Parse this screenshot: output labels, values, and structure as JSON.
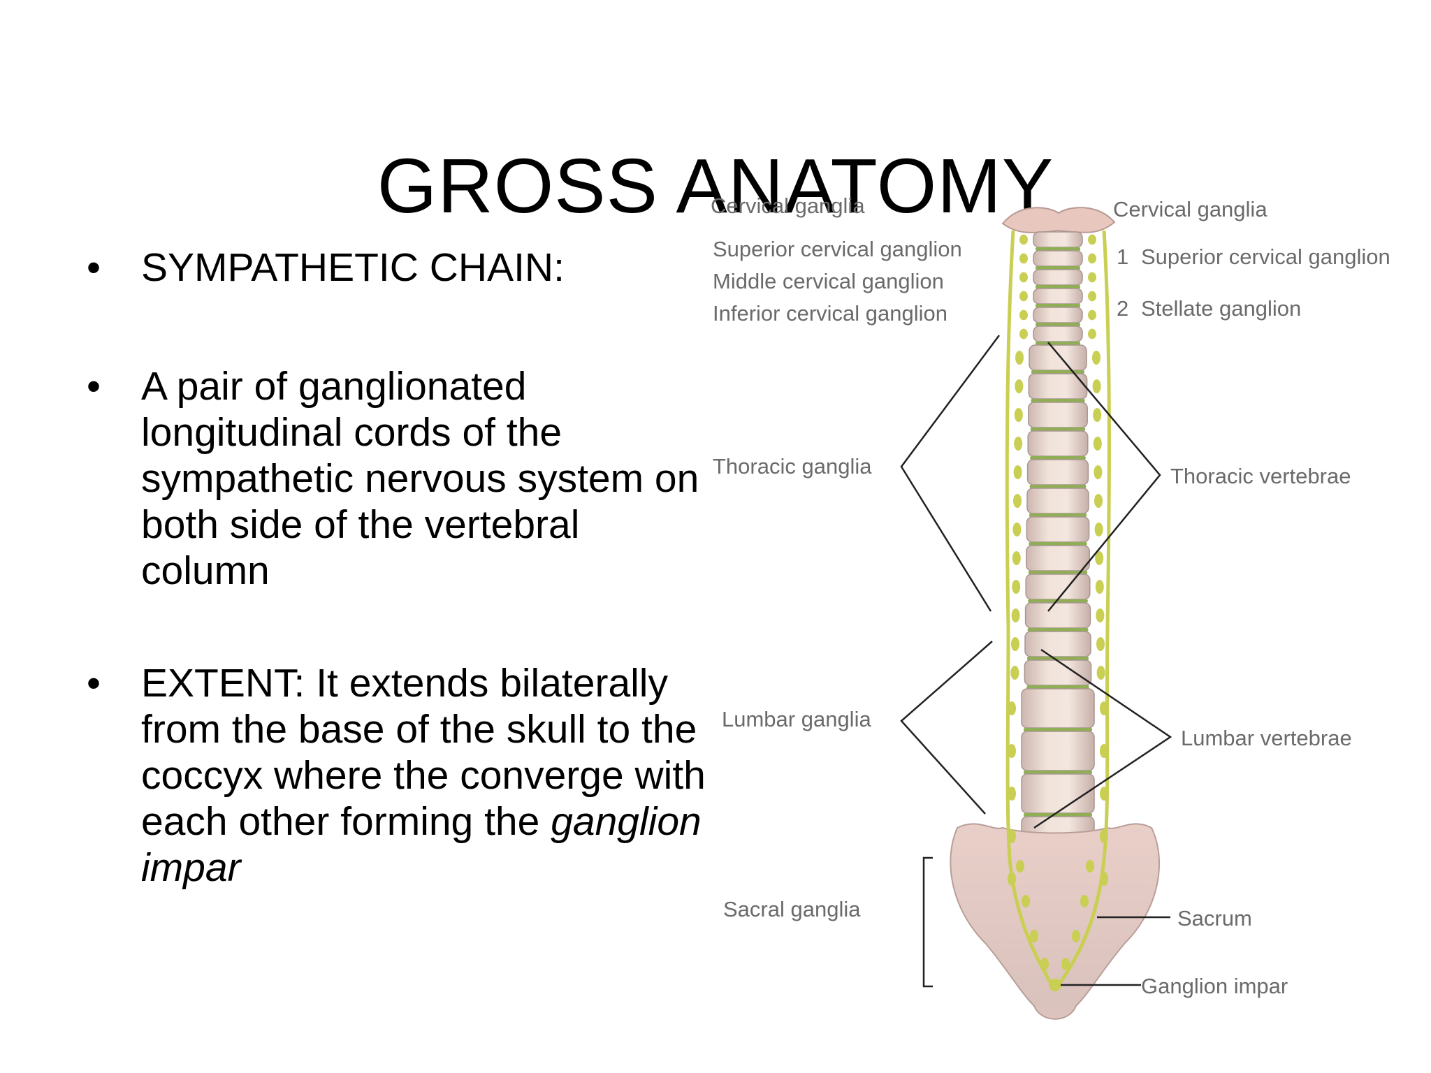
{
  "title": "GROSS ANATOMY",
  "bullets": [
    {
      "text": "SYMPATHETIC CHAIN:"
    },
    {
      "text": "A pair of ganglionated longitudinal cords of the sympathetic nervous system on both side of the vertebral column"
    },
    {
      "text": "EXTENT: It extends bilaterally from the base of the skull to the coccyx where the converge with each other forming the",
      "italic_tail": "ganglion impar"
    }
  ],
  "diagram": {
    "left_labels": {
      "cervical_ganglia": "Cervical ganglia",
      "superior_cervical": "Superior cervical ganglion",
      "middle_cervical": "Middle cervical ganglion",
      "inferior_cervical": "Inferior cervical ganglion",
      "thoracic_ganglia": "Thoracic ganglia",
      "lumbar_ganglia": "Lumbar ganglia",
      "sacral_ganglia": "Sacral ganglia"
    },
    "right_labels": {
      "cervical_ganglia": "Cervical ganglia",
      "superior_num": "1",
      "superior_cervical": "Superior cervical ganglion",
      "stellate_num": "2",
      "stellate": "Stellate ganglion",
      "thoracic_vertebrae": "Thoracic vertebrae",
      "lumbar_vertebrae": "Lumbar vertebrae",
      "sacrum": "Sacrum",
      "ganglion_impar": "Ganglion impar"
    },
    "colors": {
      "bone": "#ecd9cf",
      "disc": "#8fae55",
      "nerve": "#c9cf52",
      "leader": "#222222"
    }
  }
}
